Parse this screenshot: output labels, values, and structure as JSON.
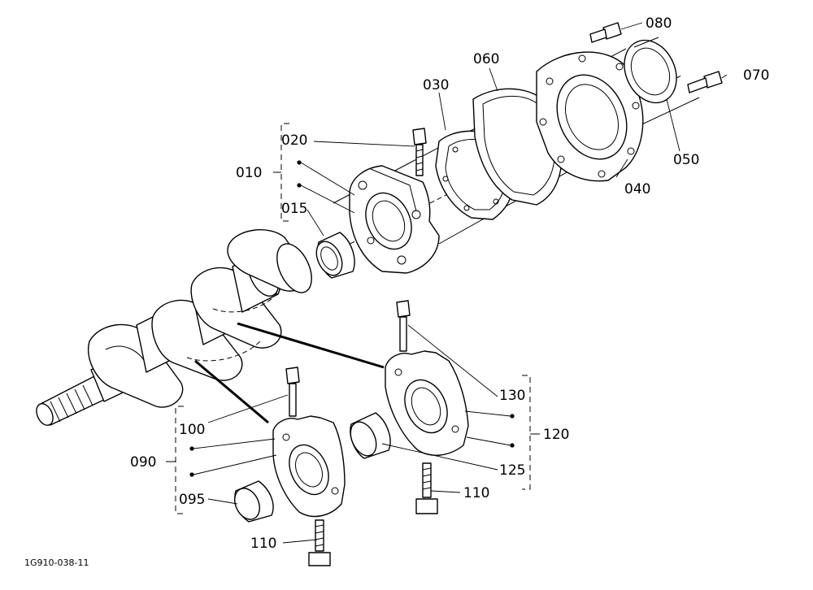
{
  "drawing_code": "1G910-038-11",
  "labels": {
    "p010": "010",
    "p015": "015",
    "p020": "020",
    "p030": "030",
    "p040": "040",
    "p050": "050",
    "p060": "060",
    "p070": "070",
    "p080": "080",
    "p090": "090",
    "p095": "095",
    "p100": "100",
    "p110a": "110",
    "p110b": "110",
    "p120": "120",
    "p125": "125",
    "p130": "130"
  },
  "colors": {
    "ink": "#000000",
    "paper": "#ffffff"
  }
}
